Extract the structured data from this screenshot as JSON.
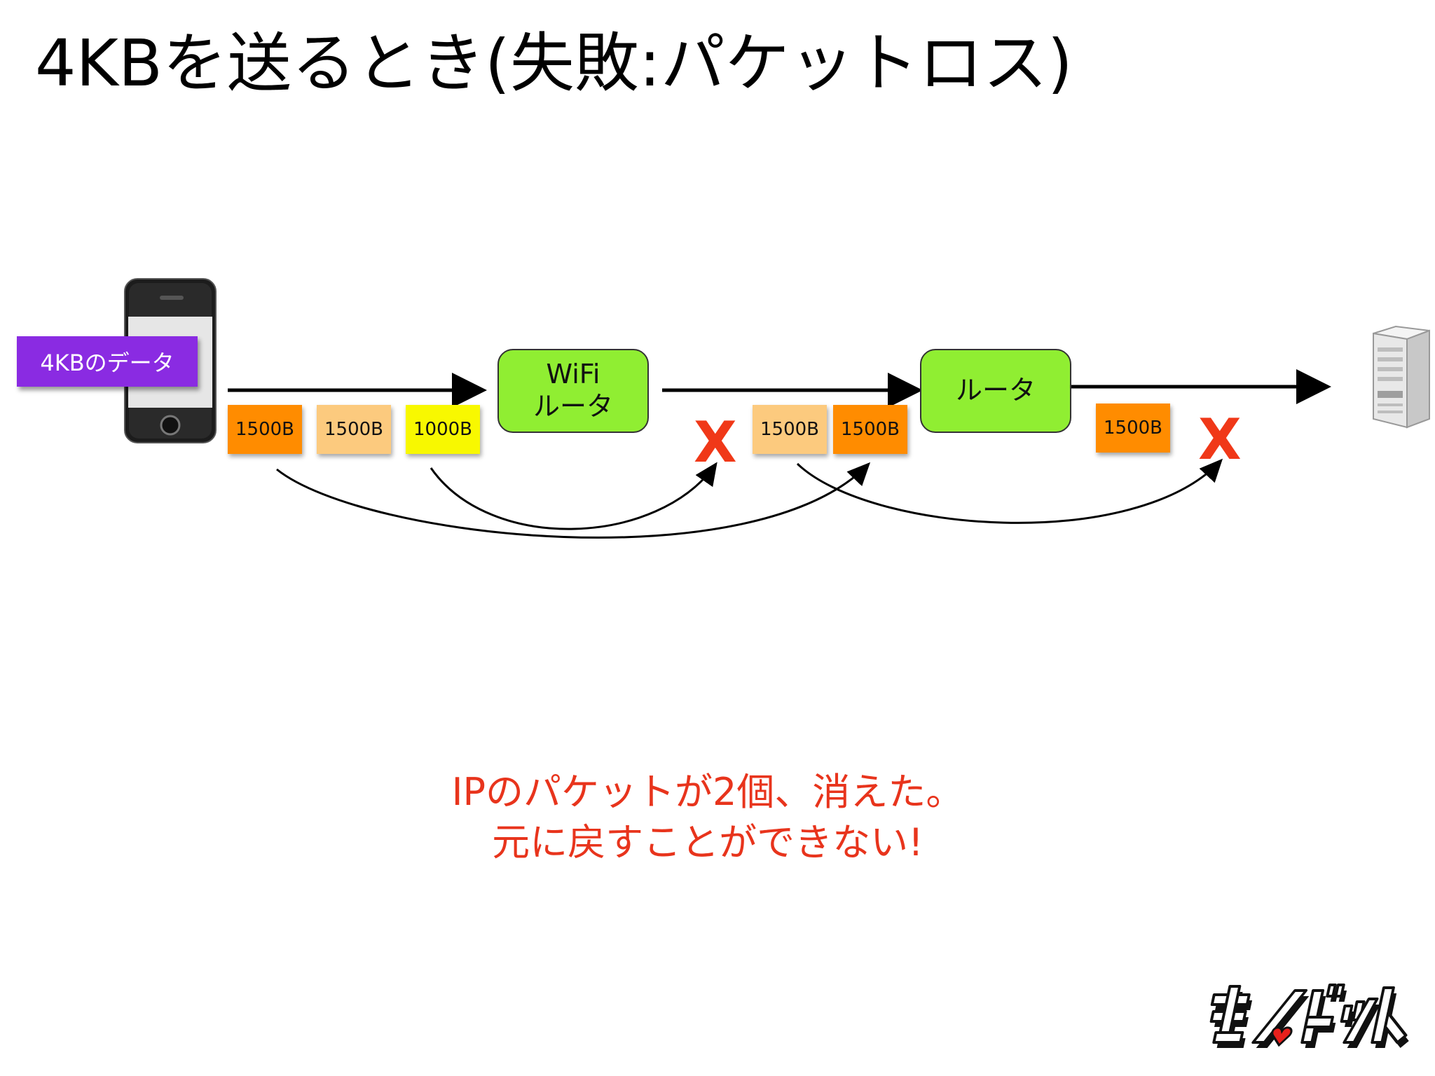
{
  "title": "4KBを送るとき(失敗:パケットロス)",
  "data_label": "4KBのデータ",
  "routers": {
    "wifi_line1": "WiFi",
    "wifi_line2": "ルータ",
    "router2": "ルータ"
  },
  "packets": {
    "sent_1": "1500B",
    "sent_2": "1500B",
    "sent_3": "1000B",
    "mid_1": "1500B",
    "mid_2": "1500B",
    "last_1": "1500B"
  },
  "loss_mark": "X",
  "message": "IPのパケットが2個、消えた。\n元に戻すことができない!",
  "colors": {
    "orange": "#ff8c00",
    "light_orange": "#fcca7e",
    "yellow": "#f8f800",
    "router_green": "#90ee32",
    "purple": "#8a2be2",
    "red": "#f03818"
  },
  "icons": {
    "device": "smartphone-icon",
    "destination": "server-icon",
    "brand": "monobit-logo"
  }
}
